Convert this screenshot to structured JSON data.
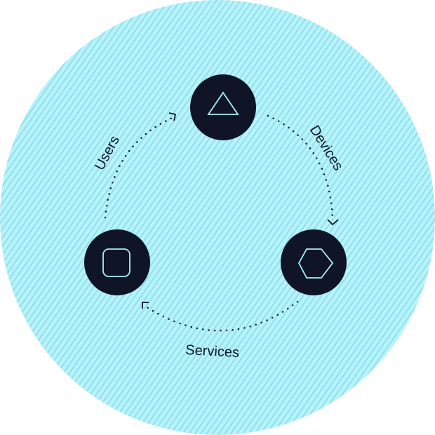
{
  "colors": {
    "background": "#b4f4fc",
    "stripe": "#98dde8",
    "node": "#0f1426",
    "icon_stroke": "#a8f0f8",
    "line": "#0f1426"
  },
  "nodes": [
    {
      "id": "top",
      "icon": "triangle-icon"
    },
    {
      "id": "left",
      "icon": "rounded-square-icon"
    },
    {
      "id": "right",
      "icon": "hexagon-icon"
    }
  ],
  "labels": {
    "users": "Users",
    "devices": "Devices",
    "services": "Services"
  }
}
